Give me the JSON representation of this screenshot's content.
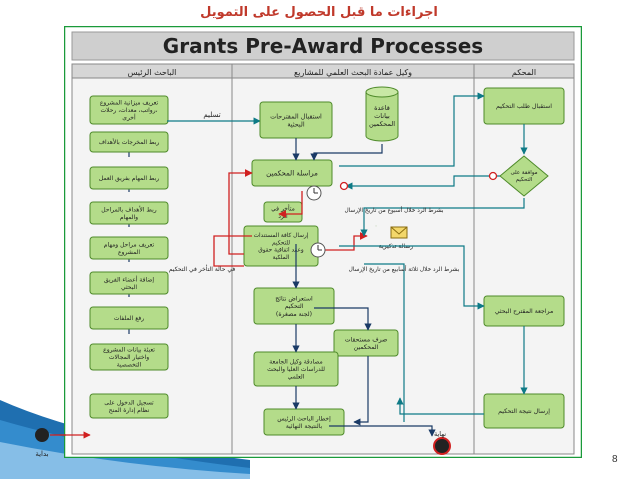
{
  "slide": {
    "title_ar": "اجراءات ما قبل الحصول على التمويل",
    "page_number": "8"
  },
  "diagram": {
    "heading": "Grants Pre-Award Processes",
    "lanes": {
      "right": "الباحث الرئيس",
      "middle": "وكيل عمادة البحث العلمي للمشاريع",
      "left": "المحكم"
    },
    "researcher_steps": [
      "تعريف ميزانية المشروع\nرواتب، معدات، رحلات،\nأخرى",
      "ربط المخرجات بالأهداف",
      "ربط المهام بفريق العمل",
      "ربط الأهداف بالمراحل\nوالمهام",
      "تعريف مراحل ومهام\nالمشروع",
      "إضافة أعضاء الفريق\nالبحثي",
      "رفع الملفات",
      "تعبئة بيانات المشروع\nواختيار المجالات\nالتخصصية",
      "تسجيل الدخول على\nنظام إدارة المنح"
    ],
    "middle_nodes": {
      "receive": "استقبال المقترحات\nالبحثية",
      "db": "قاعدة\nبيانات\nالمحكمين",
      "contact": "مراسلة المحكمين",
      "late": "متأخر في\nالرد",
      "send_docs": "إرسال كافة المستندات\nللتحكيم\nوعقد اتفاقية حقوق\nالملكية",
      "alert": "رسالة تذكيرية",
      "review": "استعراض نتائج\nالتحكيم\n(لجنة مصغرة)",
      "pay": "صرف مستحقات\nالمحكمين",
      "approve": "مصادقة وكيل الجامعة\nللدراسات العليا والبحث\nالعلمي",
      "inform": "إخطار الباحث الرئيس\nبالنتيجة النهائية",
      "end": "نهاية"
    },
    "reviewer_nodes": {
      "receive_request": "استقبال طلب التحكيم",
      "accept": "موافقة على\nالتحكيم",
      "review_proposal": "مراجعة المقترح البحثي",
      "send_result": "إرسال نتيجة التحكيم"
    },
    "edge_labels": {
      "submit": "تسليم",
      "cond_week": "بشرط الرد خلال أسبوع من تاريخ الإرسال",
      "cond_three_weeks": "بشرط الرد خلال ثلاثة أسابيع من تاريخ الإرسال",
      "late_case": "في حالة التأخر في التحكيم"
    },
    "start_label": "بداية"
  },
  "colors": {
    "box_fill": "#b4dc8a",
    "box_stroke": "#4e8a2a",
    "lane_header_fill": "#d6d6d6",
    "header_fill": "#cfcfcf",
    "arrow_teal": "#0e7a86",
    "arrow_dark": "#1a3a66",
    "arrow_red": "#d02020",
    "frame": "#1a9a3a",
    "title_red": "#c0392b"
  }
}
